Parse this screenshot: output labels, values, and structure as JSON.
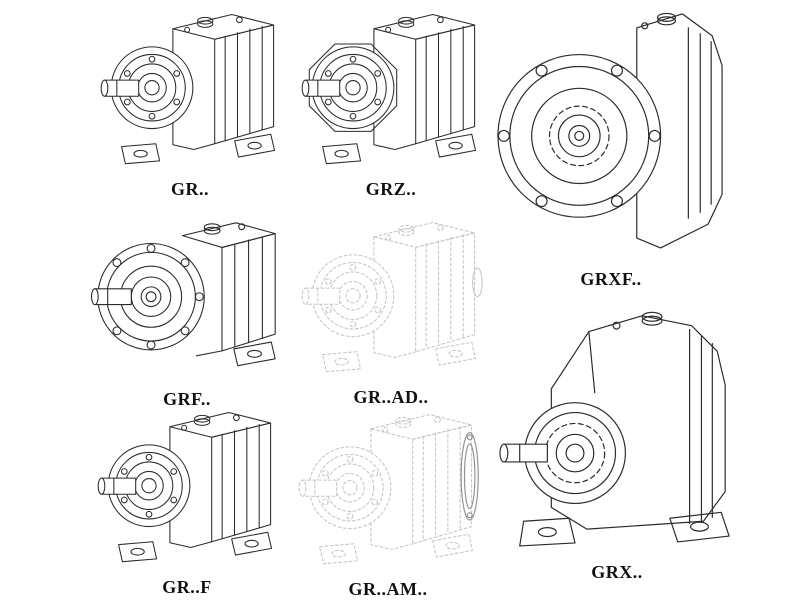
{
  "canvas": {
    "background": "#ffffff",
    "line_color": "#2b2b2b",
    "ghost_line_color": "#c5c5c5",
    "label_color": "#111111"
  },
  "figures": [
    {
      "id": "gr",
      "label": "GR..",
      "style": "solid",
      "description": "foot-mounted helical gear unit"
    },
    {
      "id": "grz",
      "label": "GRZ..",
      "style": "solid",
      "description": "foot-mounted helical gear unit with octagonal front plate"
    },
    {
      "id": "grxf",
      "label": "GRXF..",
      "style": "solid",
      "description": "large flange-mounted helical gear unit"
    },
    {
      "id": "grf",
      "label": "GRF..",
      "style": "solid",
      "description": "flange-mounted helical gear unit"
    },
    {
      "id": "grad",
      "label": "GR..AD..",
      "style": "ghost",
      "description": "gear unit with AD input adapter (phantom view)"
    },
    {
      "id": "grff",
      "label": "GR..F",
      "style": "solid",
      "description": "foot-mounted helical gear unit"
    },
    {
      "id": "gram",
      "label": "GR..AM..",
      "style": "ghost",
      "description": "gear unit with AM motor adapter flange (phantom view)"
    },
    {
      "id": "grx",
      "label": "GRX..",
      "style": "solid",
      "description": "large foot-mounted helical gear unit"
    }
  ]
}
